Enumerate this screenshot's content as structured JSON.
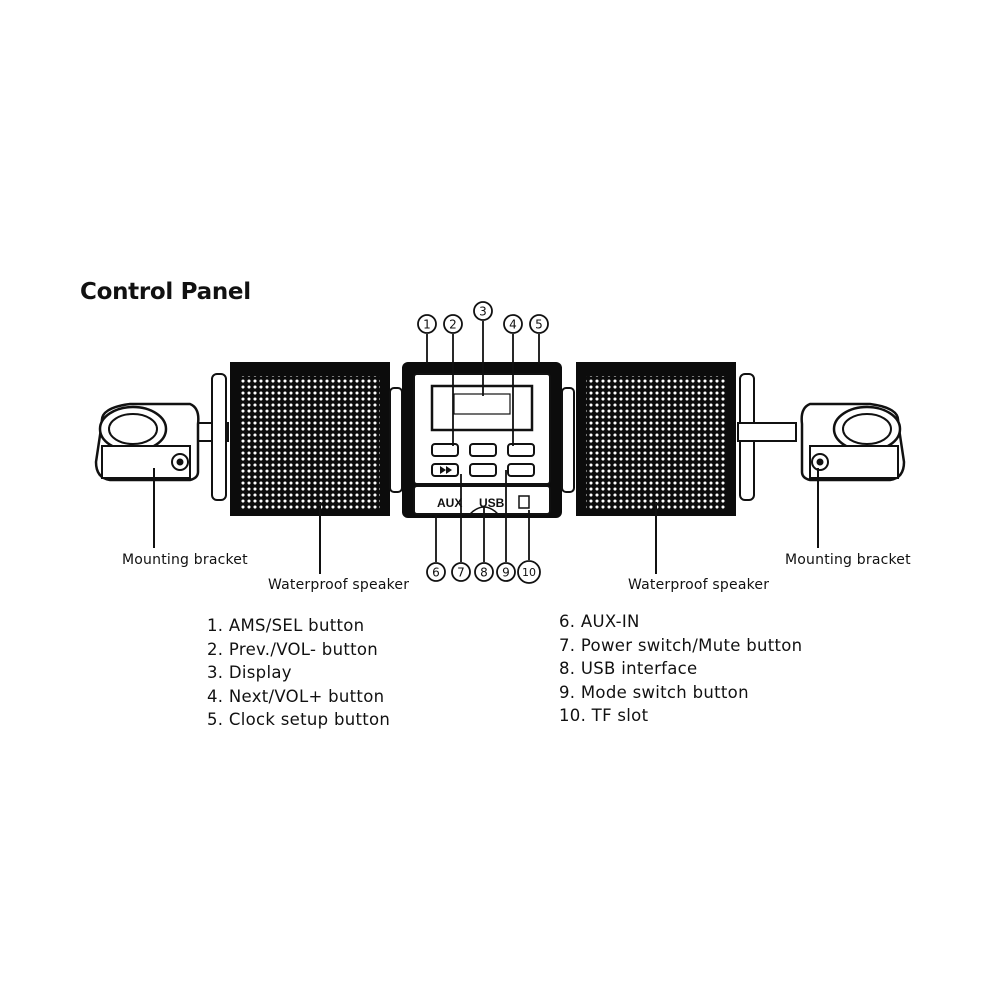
{
  "title": "Control Panel",
  "labels": {
    "mounting_bracket_left": "Mounting bracket",
    "mounting_bracket_right": "Mounting bracket",
    "speaker_left": "Waterproof speaker",
    "speaker_right": "Waterproof speaker"
  },
  "callouts": [
    "1",
    "2",
    "3",
    "4",
    "5",
    "6",
    "7",
    "8",
    "9",
    "10"
  ],
  "panel_text": {
    "aux": "AUX",
    "usb": "USB"
  },
  "legend_left": [
    "1. AMS/SEL button",
    "2. Prev./VOL- button",
    "3. Display",
    "4. Next/VOL+ button",
    "5. Clock setup button"
  ],
  "legend_right": [
    "6. AUX-IN",
    "7. Power switch/Mute button",
    "8. USB interface",
    "9. Mode switch button",
    "10. TF slot"
  ]
}
